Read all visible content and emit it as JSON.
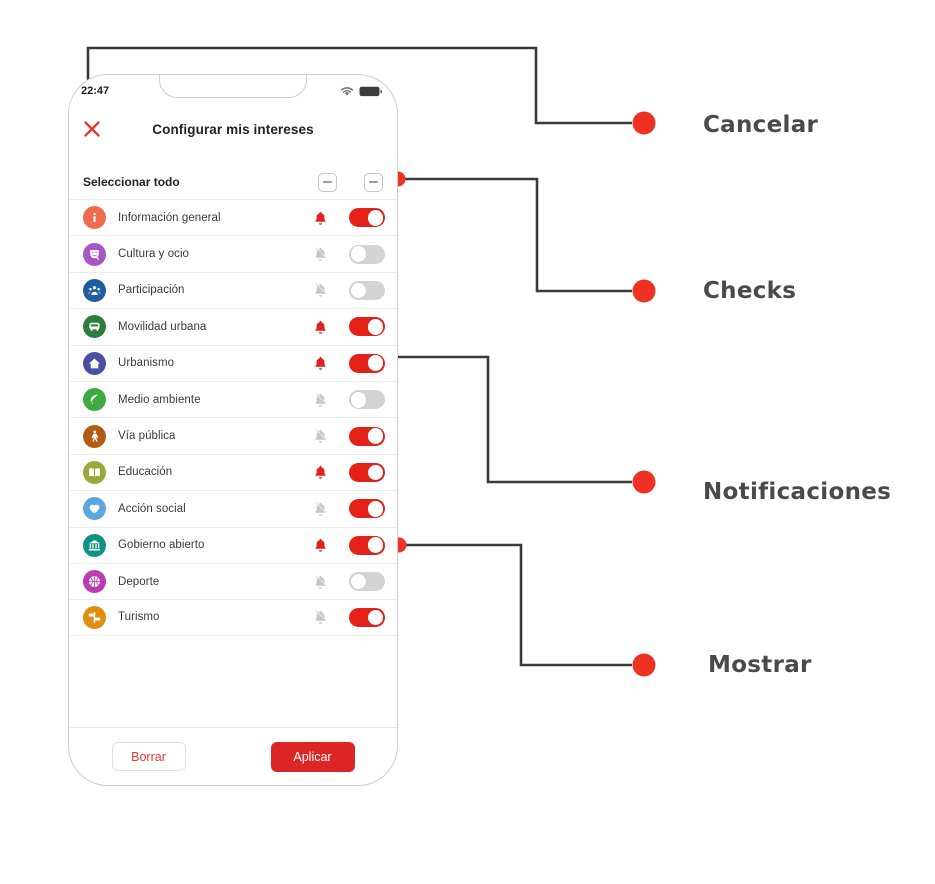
{
  "phone": {
    "status_bar": {
      "time": "22:47",
      "wifi_icon": "wifi-icon",
      "battery_icon": "battery-full-icon"
    },
    "header": {
      "title": "Configurar mis intereses",
      "close_icon": "close-x-icon"
    },
    "select_all": {
      "label": "Seleccionar todo",
      "bell_checkbox_state": "indeterminate",
      "show_checkbox_state": "indeterminate"
    },
    "rows": [
      {
        "label": "Información general",
        "icon": "info-circle-icon",
        "icon_color": "#ef6b4e",
        "bell": "on",
        "toggle": "on"
      },
      {
        "label": "Cultura y ocio",
        "icon": "theater-mask-icon",
        "icon_color": "#a855c6",
        "bell": "off",
        "toggle": "off"
      },
      {
        "label": "Participación",
        "icon": "people-group-icon",
        "icon_color": "#1d5f9e",
        "bell": "off",
        "toggle": "off"
      },
      {
        "label": "Movilidad urbana",
        "icon": "bus-icon",
        "icon_color": "#2e7d3e",
        "bell": "on",
        "toggle": "on"
      },
      {
        "label": "Urbanismo",
        "icon": "house-icon",
        "icon_color": "#4b4fa3",
        "bell": "on",
        "toggle": "on"
      },
      {
        "label": "Medio ambiente",
        "icon": "leaf-check-icon",
        "icon_color": "#3faa3f",
        "bell": "off",
        "toggle": "off"
      },
      {
        "label": "Vía pública",
        "icon": "pedestrian-icon",
        "icon_color": "#b25c11",
        "bell": "off",
        "toggle": "on"
      },
      {
        "label": "Educación",
        "icon": "open-book-icon",
        "icon_color": "#9aa93a",
        "bell": "on",
        "toggle": "on"
      },
      {
        "label": "Acción social",
        "icon": "heart-icon",
        "icon_color": "#5aa7e0",
        "bell": "off",
        "toggle": "on"
      },
      {
        "label": "Gobierno abierto",
        "icon": "bank-columns-icon",
        "icon_color": "#0e9383",
        "bell": "on",
        "toggle": "on"
      },
      {
        "label": "Deporte",
        "icon": "basketball-icon",
        "icon_color": "#bd3bb0",
        "bell": "off",
        "toggle": "off"
      },
      {
        "label": "Turismo",
        "icon": "signpost-icon",
        "icon_color": "#e08e12",
        "bell": "off",
        "toggle": "on"
      }
    ],
    "footer": {
      "clear_label": "Borrar",
      "apply_label": "Aplicar"
    }
  },
  "annotations": [
    {
      "id": "cancelar",
      "label": "Cancelar"
    },
    {
      "id": "checks",
      "label": "Checks"
    },
    {
      "id": "notificaciones",
      "label": "Notificaciones"
    },
    {
      "id": "mostrar",
      "label": "Mostrar"
    }
  ],
  "colors": {
    "accent_red": "#e32119",
    "marker_red": "#ef3124",
    "connector_gray": "#3a3a3a",
    "label_gray": "#4a4a4a",
    "toggle_off_gray": "#d4d4d4",
    "bell_off_gray": "#c4c4c4"
  }
}
